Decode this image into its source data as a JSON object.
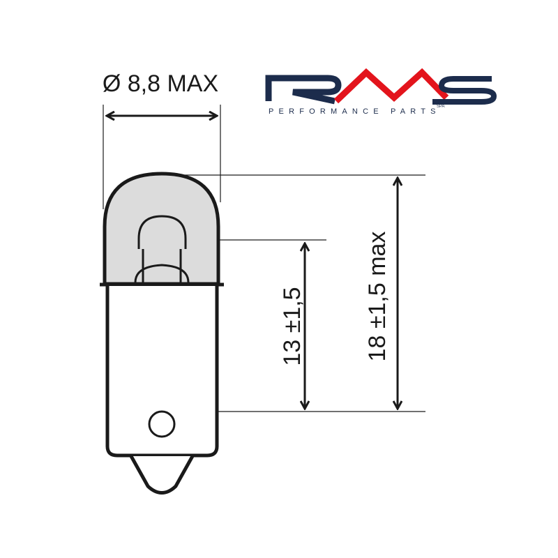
{
  "logo": {
    "brand": "RMS",
    "suffix": "SPA",
    "tagline": "PERFORMANCE PARTS",
    "colors": {
      "navy": "#1c2c4c",
      "red": "#e3141c"
    }
  },
  "dimensions": {
    "diameter": "Ø 8,8 MAX",
    "filament_height": "13 ±1,5",
    "overall_height": "18 ±1,5 max"
  },
  "colors": {
    "line": "#1a1a1a",
    "glass": "#dcdcdc"
  }
}
